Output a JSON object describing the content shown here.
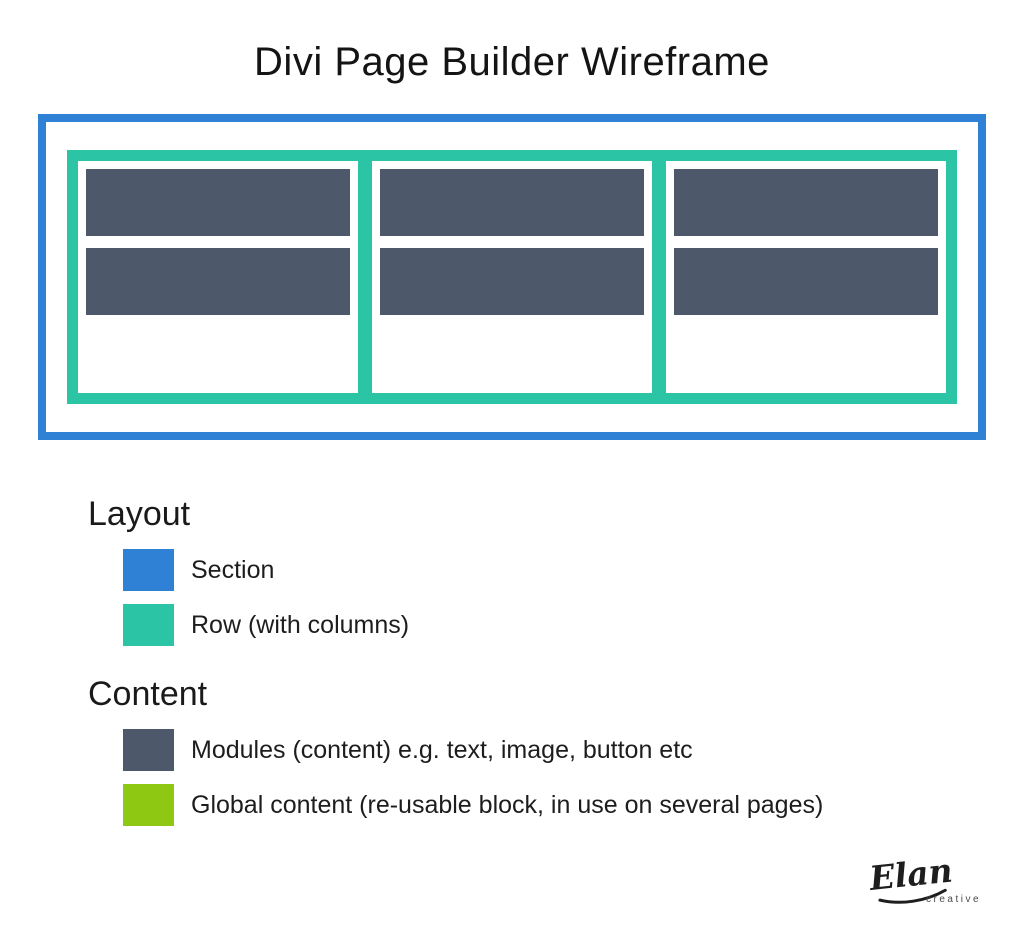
{
  "title": "Divi Page Builder Wireframe",
  "colors": {
    "section_blue": "#2e81d4",
    "row_teal": "#2bc4a4",
    "module_slate": "#4d596a",
    "global_green": "#8fc813"
  },
  "wireframe": {
    "column_count": 3,
    "modules_per_column": 2
  },
  "legend": {
    "groups": [
      {
        "heading": "Layout",
        "items": [
          {
            "label": "Section",
            "swatch": "#2e81d4"
          },
          {
            "label": "Row (with columns)",
            "swatch": "#2bc4a4"
          }
        ]
      },
      {
        "heading": "Content",
        "items": [
          {
            "label": "Modules (content) e.g. text, image, button etc",
            "swatch": "#4d596a"
          },
          {
            "label": "Global content (re-usable block, in use on several pages)",
            "swatch": "#8fc813"
          }
        ]
      }
    ]
  },
  "logo": {
    "name": "Elan",
    "tagline": "creative"
  }
}
